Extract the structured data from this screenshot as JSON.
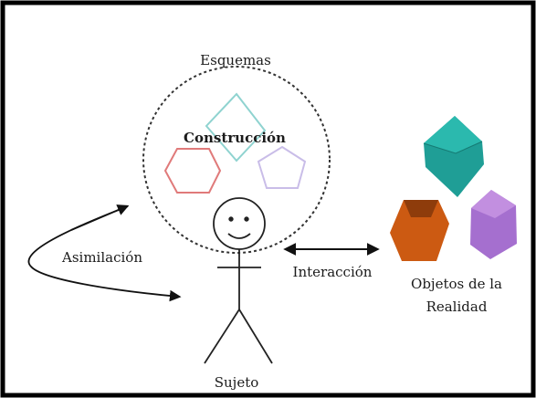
{
  "diagram": {
    "labels": {
      "schemes": "Esquemas",
      "construction": "Construcción",
      "assimilation": "Asimilación",
      "interaction": "Interacción",
      "objects_line1": "Objetos de la",
      "objects_line2": "Realidad",
      "subject": "Sujeto"
    },
    "colors": {
      "frame": "#000000",
      "dashed_circle": "#333333",
      "hexagon_outline": "#e07a7a",
      "diamond_outline": "#8fd3d0",
      "pentagon_outline": "#c9bde8",
      "teal_solid": "#1f9e96",
      "orange_solid": "#cc5a12",
      "purple_solid": "#a56fcf",
      "arrows": "#111111"
    }
  }
}
